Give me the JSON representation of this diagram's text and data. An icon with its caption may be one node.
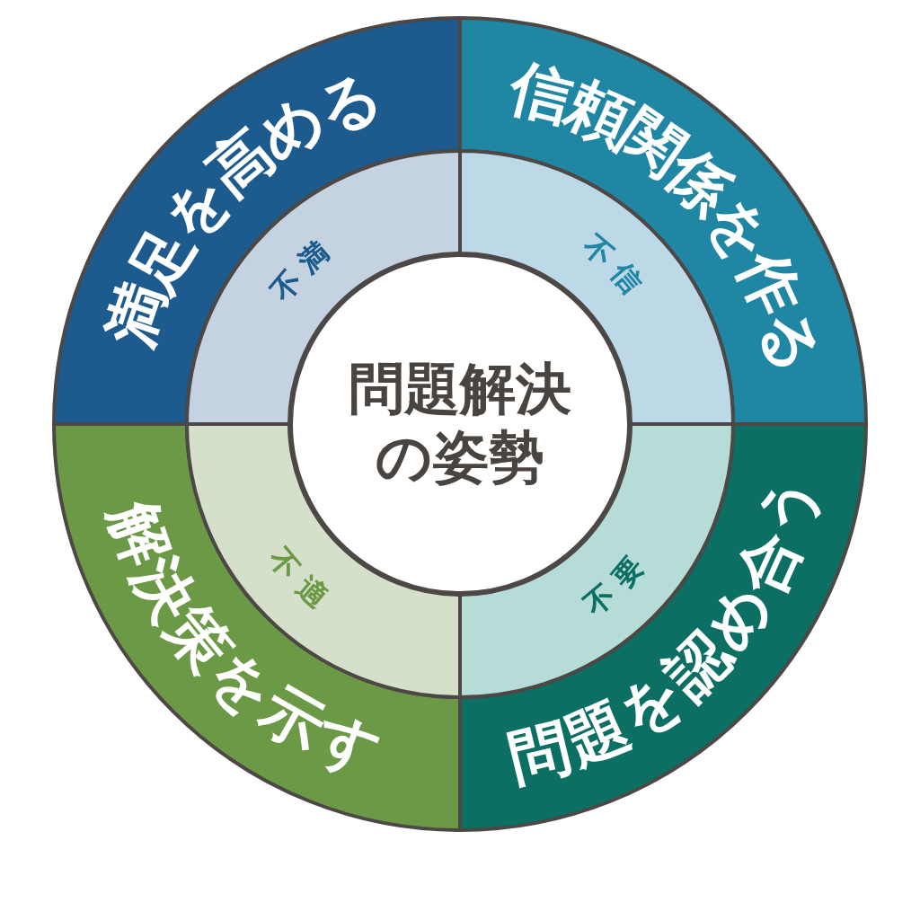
{
  "diagram": {
    "nodes": [
      {
        "text": [
          "問題解決の姿勢"
        ]
      },
      {
        "text": [
          "満足を高める"
        ]
      },
      {
        "text": [
          "信頼関係を作る"
        ]
      },
      {
        "text": [
          "問題を認め合う"
        ]
      },
      {
        "text": [
          "解決策を示す"
        ]
      },
      {
        "text": [
          "不満"
        ]
      },
      {
        "text": [
          "不信"
        ]
      },
      {
        "text": [
          "不要"
        ]
      },
      {
        "text": [
          "不適"
        ]
      }
    ]
  }
}
